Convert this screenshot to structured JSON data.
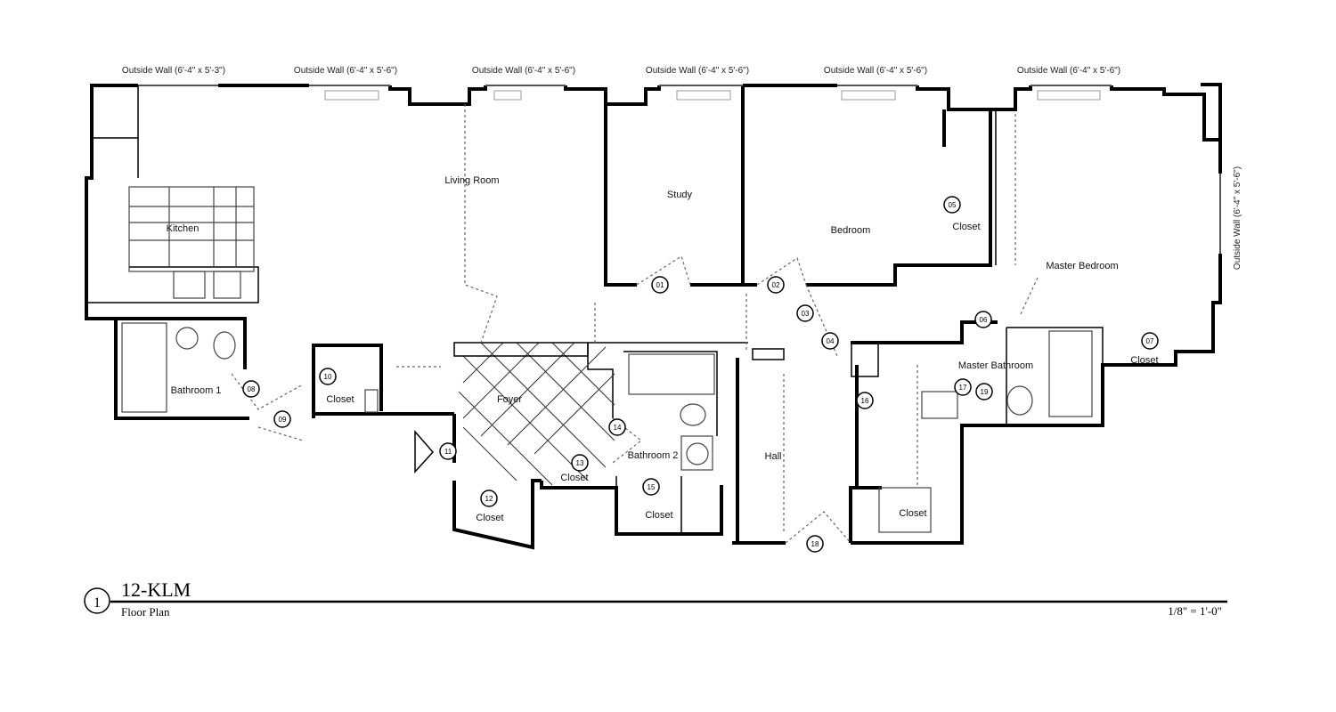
{
  "drawing": {
    "number": "1",
    "title": "12-KLM",
    "subtitle": "Floor Plan",
    "scale": "1/8\" = 1'-0\""
  },
  "windows": [
    "Outside Wall (6'-4\" x 5'-3\")",
    "Outside Wall (6'-4\" x 5'-6\")",
    "Outside Wall (6'-4\" x 5'-6\")",
    "Outside Wall (6'-4\" x 5'-6\")",
    "Outside Wall (6'-4\" x 5'-6\")",
    "Outside Wall (6'-4\" x 5'-6\")",
    "Outside Wall (6'-4\" x 5'-6\")"
  ],
  "rooms": {
    "kitchen": "Kitchen",
    "living_room": "Living Room",
    "study": "Study",
    "bedroom": "Bedroom",
    "master_bedroom": "Master Bedroom",
    "bathroom_1": "Bathroom 1",
    "closet_a": "Closet",
    "foyer": "Foyer",
    "closet_b": "Closet",
    "bathroom_2": "Bathroom 2",
    "closet_c": "Closet",
    "hall": "Hall",
    "master_bathroom": "Master Bathroom",
    "closet_d": "Closet",
    "closet_e": "Closet"
  },
  "tags": [
    "01",
    "02",
    "03",
    "04",
    "05",
    "06",
    "07",
    "08",
    "09",
    "10",
    "11",
    "12",
    "13",
    "14",
    "15",
    "16",
    "17",
    "18",
    "19"
  ]
}
